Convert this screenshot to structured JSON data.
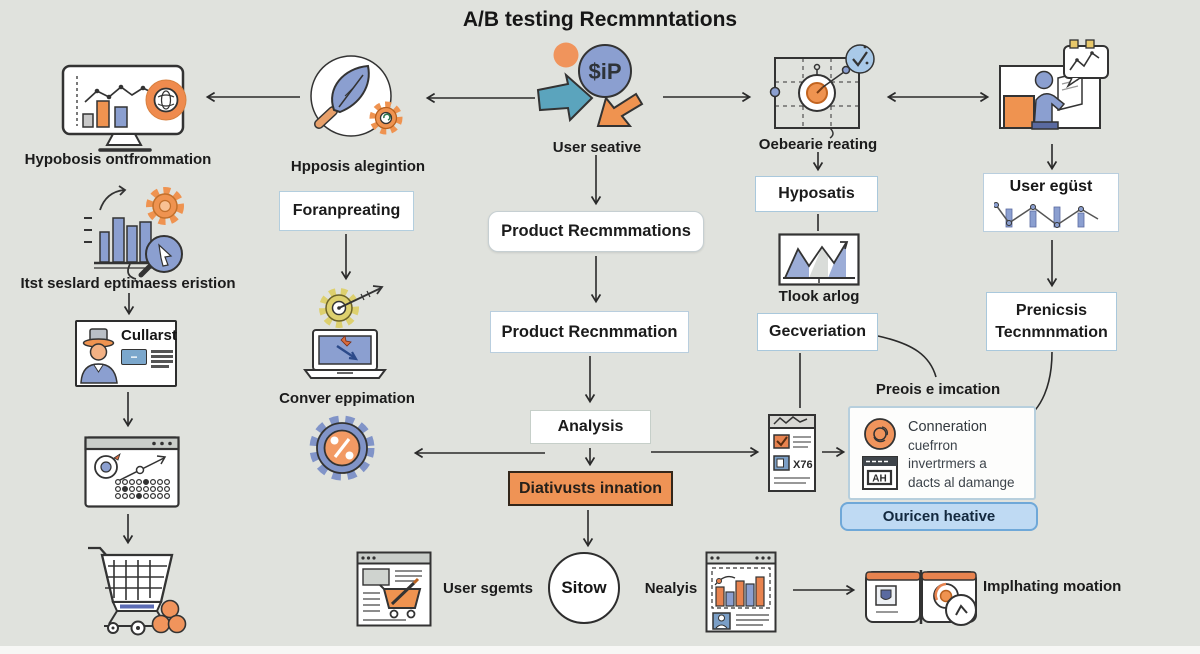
{
  "title": "A/B testing Recmmntations",
  "colors": {
    "background": "#e0e2dd",
    "orange": "#ef9350",
    "periwinkle": "#8b9fd0",
    "teal": "#5ba4bd",
    "khaki": "#ddcf70",
    "orange_box_bg": "#ef9355",
    "blue_box_bg": "#bfdaf3",
    "blue_box_border": "#6fa8d8",
    "arrow": "#2a2a2a"
  },
  "col1": {
    "label_monitor": "Hypobosis ontfrommation",
    "label_analysis": "Itst seslard eptimaess eristion",
    "card_title": "Cullarst",
    "card_button": "−"
  },
  "col2": {
    "label_circle": "Hpposis alegintion",
    "box_foran": "Foranpreating",
    "label_laptop": "Conver eppimation"
  },
  "col3": {
    "coin_text": "$iP",
    "label_icon": "User seative",
    "box_product_plural": "Product Recmmmations",
    "box_product_singular": "Product Recnmmation",
    "box_analysis": "Analysis",
    "box_diativusts": "Diativusts innation",
    "circle_sitow": "Sitow",
    "label_user_sgemts": "User sgemts",
    "label_nealyis": "Nealyis",
    "label_implhating": "Implhating moation"
  },
  "col4": {
    "label_target": "Oebearie reating",
    "box_hyposatis": "Hyposatis",
    "label_chart": "Tlook arlog",
    "box_gecveriation": "Gecveriation",
    "label_preois": "Preois e imcation",
    "report_code": "X76",
    "info_icon_text": "AH",
    "info_lines": [
      "Conneration",
      "cuefrron",
      "invertrmers a",
      "dacts al damange"
    ],
    "box_ouricen": "Ouricen heative"
  },
  "col5": {
    "box_user_egust": "User egüst",
    "box_prenicsis": [
      "Prenicsis",
      "Tecnmnmation"
    ]
  }
}
